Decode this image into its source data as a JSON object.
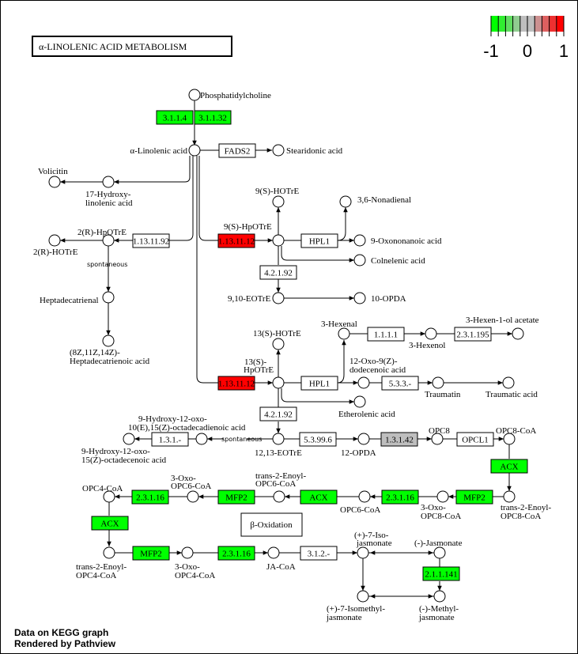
{
  "title": "α-LINOLENIC ACID METABOLISM",
  "legend": {
    "colors": [
      "#00ff00",
      "#30ee30",
      "#60dd60",
      "#90cc90",
      "#bebebe",
      "#bebebe",
      "#cc9090",
      "#dd6060",
      "#ee3030",
      "#ff0000"
    ],
    "tick_labels": [
      "-1",
      "0",
      "1"
    ],
    "range": [
      -1,
      1
    ]
  },
  "colors": {
    "down": "#00ff00",
    "up": "#ff0000",
    "no_change": "#bebebe",
    "no_data": "#ffffff"
  },
  "compounds": [
    {
      "id": "phosphatidylcholine",
      "label": "Phosphatidylcholine"
    },
    {
      "id": "alpha-linolenic",
      "label": "α-Linolenic acid"
    },
    {
      "id": "stearidonic",
      "label": "Stearidonic acid"
    },
    {
      "id": "volicitin",
      "label": "Volicitin"
    },
    {
      "id": "17-hydroxy",
      "label": "17-Hydroxy- linolenic acid"
    },
    {
      "id": "2r-hpotre",
      "label": "2(R)-HpOTrE"
    },
    {
      "id": "2r-hotre",
      "label": "2(R)-HOTrE"
    },
    {
      "id": "heptadecatrienal",
      "label": "Heptadecatrienal"
    },
    {
      "id": "heptadecatrienoic",
      "label": "(8Z,11Z,14Z)- Heptadecatrienoic acid"
    },
    {
      "id": "9s-hotre",
      "label": "9(S)-HOTrE"
    },
    {
      "id": "9s-hpotre",
      "label": "9(S)-HpOTrE"
    },
    {
      "id": "nonadienal",
      "label": "3,6-Nonadienal"
    },
    {
      "id": "oxononanoic",
      "label": "9-Oxononanoic acid"
    },
    {
      "id": "colnelenic",
      "label": "Colnelenic acid"
    },
    {
      "id": "9-10-eotre",
      "label": "9,10-EOTrE"
    },
    {
      "id": "10-opda",
      "label": "10-OPDA"
    },
    {
      "id": "13s-hotre",
      "label": "13(S)-HOTrE"
    },
    {
      "id": "13s-hpotre",
      "label": "13(S)- HpOTrE"
    },
    {
      "id": "3-hexenal",
      "label": "3-Hexenal"
    },
    {
      "id": "3-hexenol",
      "label": "3-Hexenol"
    },
    {
      "id": "hexenol-acetate",
      "label": "3-Hexen-1-ol acetate"
    },
    {
      "id": "12-oxo-dodecenoic",
      "label": "12-Oxo-9(Z)- dodecenoic acid"
    },
    {
      "id": "traumatin",
      "label": "Traumatin"
    },
    {
      "id": "traumatic",
      "label": "Traumatic acid"
    },
    {
      "id": "etherolenic",
      "label": "Etherolenic acid"
    },
    {
      "id": "12-13-eotre",
      "label": "12,13-EOTrE"
    },
    {
      "id": "9-hydroxy-dienoic",
      "label": "9-Hydroxy-12-oxo- 10(E),15(Z)-octadecadienoic acid"
    },
    {
      "id": "9-hydroxy-enoic",
      "label": "9-Hydroxy-12-oxo- 15(Z)-octadecenoic acid"
    },
    {
      "id": "12-opda",
      "label": "12-OPDA"
    },
    {
      "id": "opc8",
      "label": "OPC8"
    },
    {
      "id": "opc8-coa",
      "label": "OPC8-CoA"
    },
    {
      "id": "trans-enoyl-opc8",
      "label": "trans-2-Enoyl- OPC8-CoA"
    },
    {
      "id": "3-oxo-opc8",
      "label": "3-Oxo- OPC8-CoA"
    },
    {
      "id": "opc6-coa",
      "label": "OPC6-CoA"
    },
    {
      "id": "trans-enoyl-opc6",
      "label": "trans-2-Enoyl- OPC6-CoA"
    },
    {
      "id": "3-oxo-opc6",
      "label": "3-Oxo- OPC6-CoA"
    },
    {
      "id": "opc4-coa",
      "label": "OPC4-CoA"
    },
    {
      "id": "trans-enoyl-opc4",
      "label": "trans-2-Enoyl- OPC4-CoA"
    },
    {
      "id": "3-oxo-opc4",
      "label": "3-Oxo- OPC4-CoA"
    },
    {
      "id": "ja-coa",
      "label": "JA-CoA"
    },
    {
      "id": "7-isojasmonate",
      "label": "(+)-7-Iso- jasmonate"
    },
    {
      "id": "jasmonate",
      "label": "(-)-Jasmonate"
    },
    {
      "id": "7-isomethyl",
      "label": "(+)-7-Isomethyl- jasmonate"
    },
    {
      "id": "methyljasmonate",
      "label": "(-)-Methyl- jasmonate"
    }
  ],
  "enzymes": [
    {
      "id": "e-3114",
      "label": "3.1.1.4",
      "status": "down"
    },
    {
      "id": "e-31132",
      "label": "3.1.1.32",
      "status": "down"
    },
    {
      "id": "e-fads2",
      "label": "FADS2",
      "status": "no_data"
    },
    {
      "id": "e-1131192",
      "label": "1.13.11.92",
      "status": "no_data"
    },
    {
      "id": "e-1131112a",
      "label": "1.13.11.12",
      "status": "up"
    },
    {
      "id": "e-hpl1a",
      "label": "HPL1",
      "status": "no_data"
    },
    {
      "id": "e-42192a",
      "label": "4.2.1.92",
      "status": "no_data"
    },
    {
      "id": "e-1111",
      "label": "1.1.1.1",
      "status": "no_data"
    },
    {
      "id": "e-231195",
      "label": "2.3.1.195",
      "status": "no_data"
    },
    {
      "id": "e-1131112b",
      "label": "1.13.11.12",
      "status": "up"
    },
    {
      "id": "e-hpl1b",
      "label": "HPL1",
      "status": "no_data"
    },
    {
      "id": "e-533",
      "label": "5.3.3.-",
      "status": "no_data"
    },
    {
      "id": "e-42192b",
      "label": "4.2.1.92",
      "status": "no_data"
    },
    {
      "id": "e-131",
      "label": "1.3.1.-",
      "status": "no_data"
    },
    {
      "id": "e-53996",
      "label": "5.3.99.6",
      "status": "no_data"
    },
    {
      "id": "e-13142",
      "label": "1.3.1.42",
      "status": "no_change"
    },
    {
      "id": "e-opcl1",
      "label": "OPCL1",
      "status": "no_data"
    },
    {
      "id": "e-acx1",
      "label": "ACX",
      "status": "down"
    },
    {
      "id": "e-mfp2a",
      "label": "MFP2",
      "status": "down"
    },
    {
      "id": "e-23116a",
      "label": "2.3.1.16",
      "status": "down"
    },
    {
      "id": "e-acx2",
      "label": "ACX",
      "status": "down"
    },
    {
      "id": "e-mfp2b",
      "label": "MFP2",
      "status": "down"
    },
    {
      "id": "e-23116b",
      "label": "2.3.1.16",
      "status": "down"
    },
    {
      "id": "e-acx3",
      "label": "ACX",
      "status": "down"
    },
    {
      "id": "e-mfp2c",
      "label": "MFP2",
      "status": "down"
    },
    {
      "id": "e-23116c",
      "label": "2.3.1.16",
      "status": "down"
    },
    {
      "id": "e-312",
      "label": "3.1.2.-",
      "status": "no_data"
    },
    {
      "id": "e-211141",
      "label": "2.1.1.141",
      "status": "down"
    }
  ],
  "annotations": {
    "spontaneous": "spontaneous",
    "beta_oxidation": "β-Oxidation"
  },
  "footer": {
    "line1": "Data on KEGG graph",
    "line2": "Rendered by Pathview"
  }
}
